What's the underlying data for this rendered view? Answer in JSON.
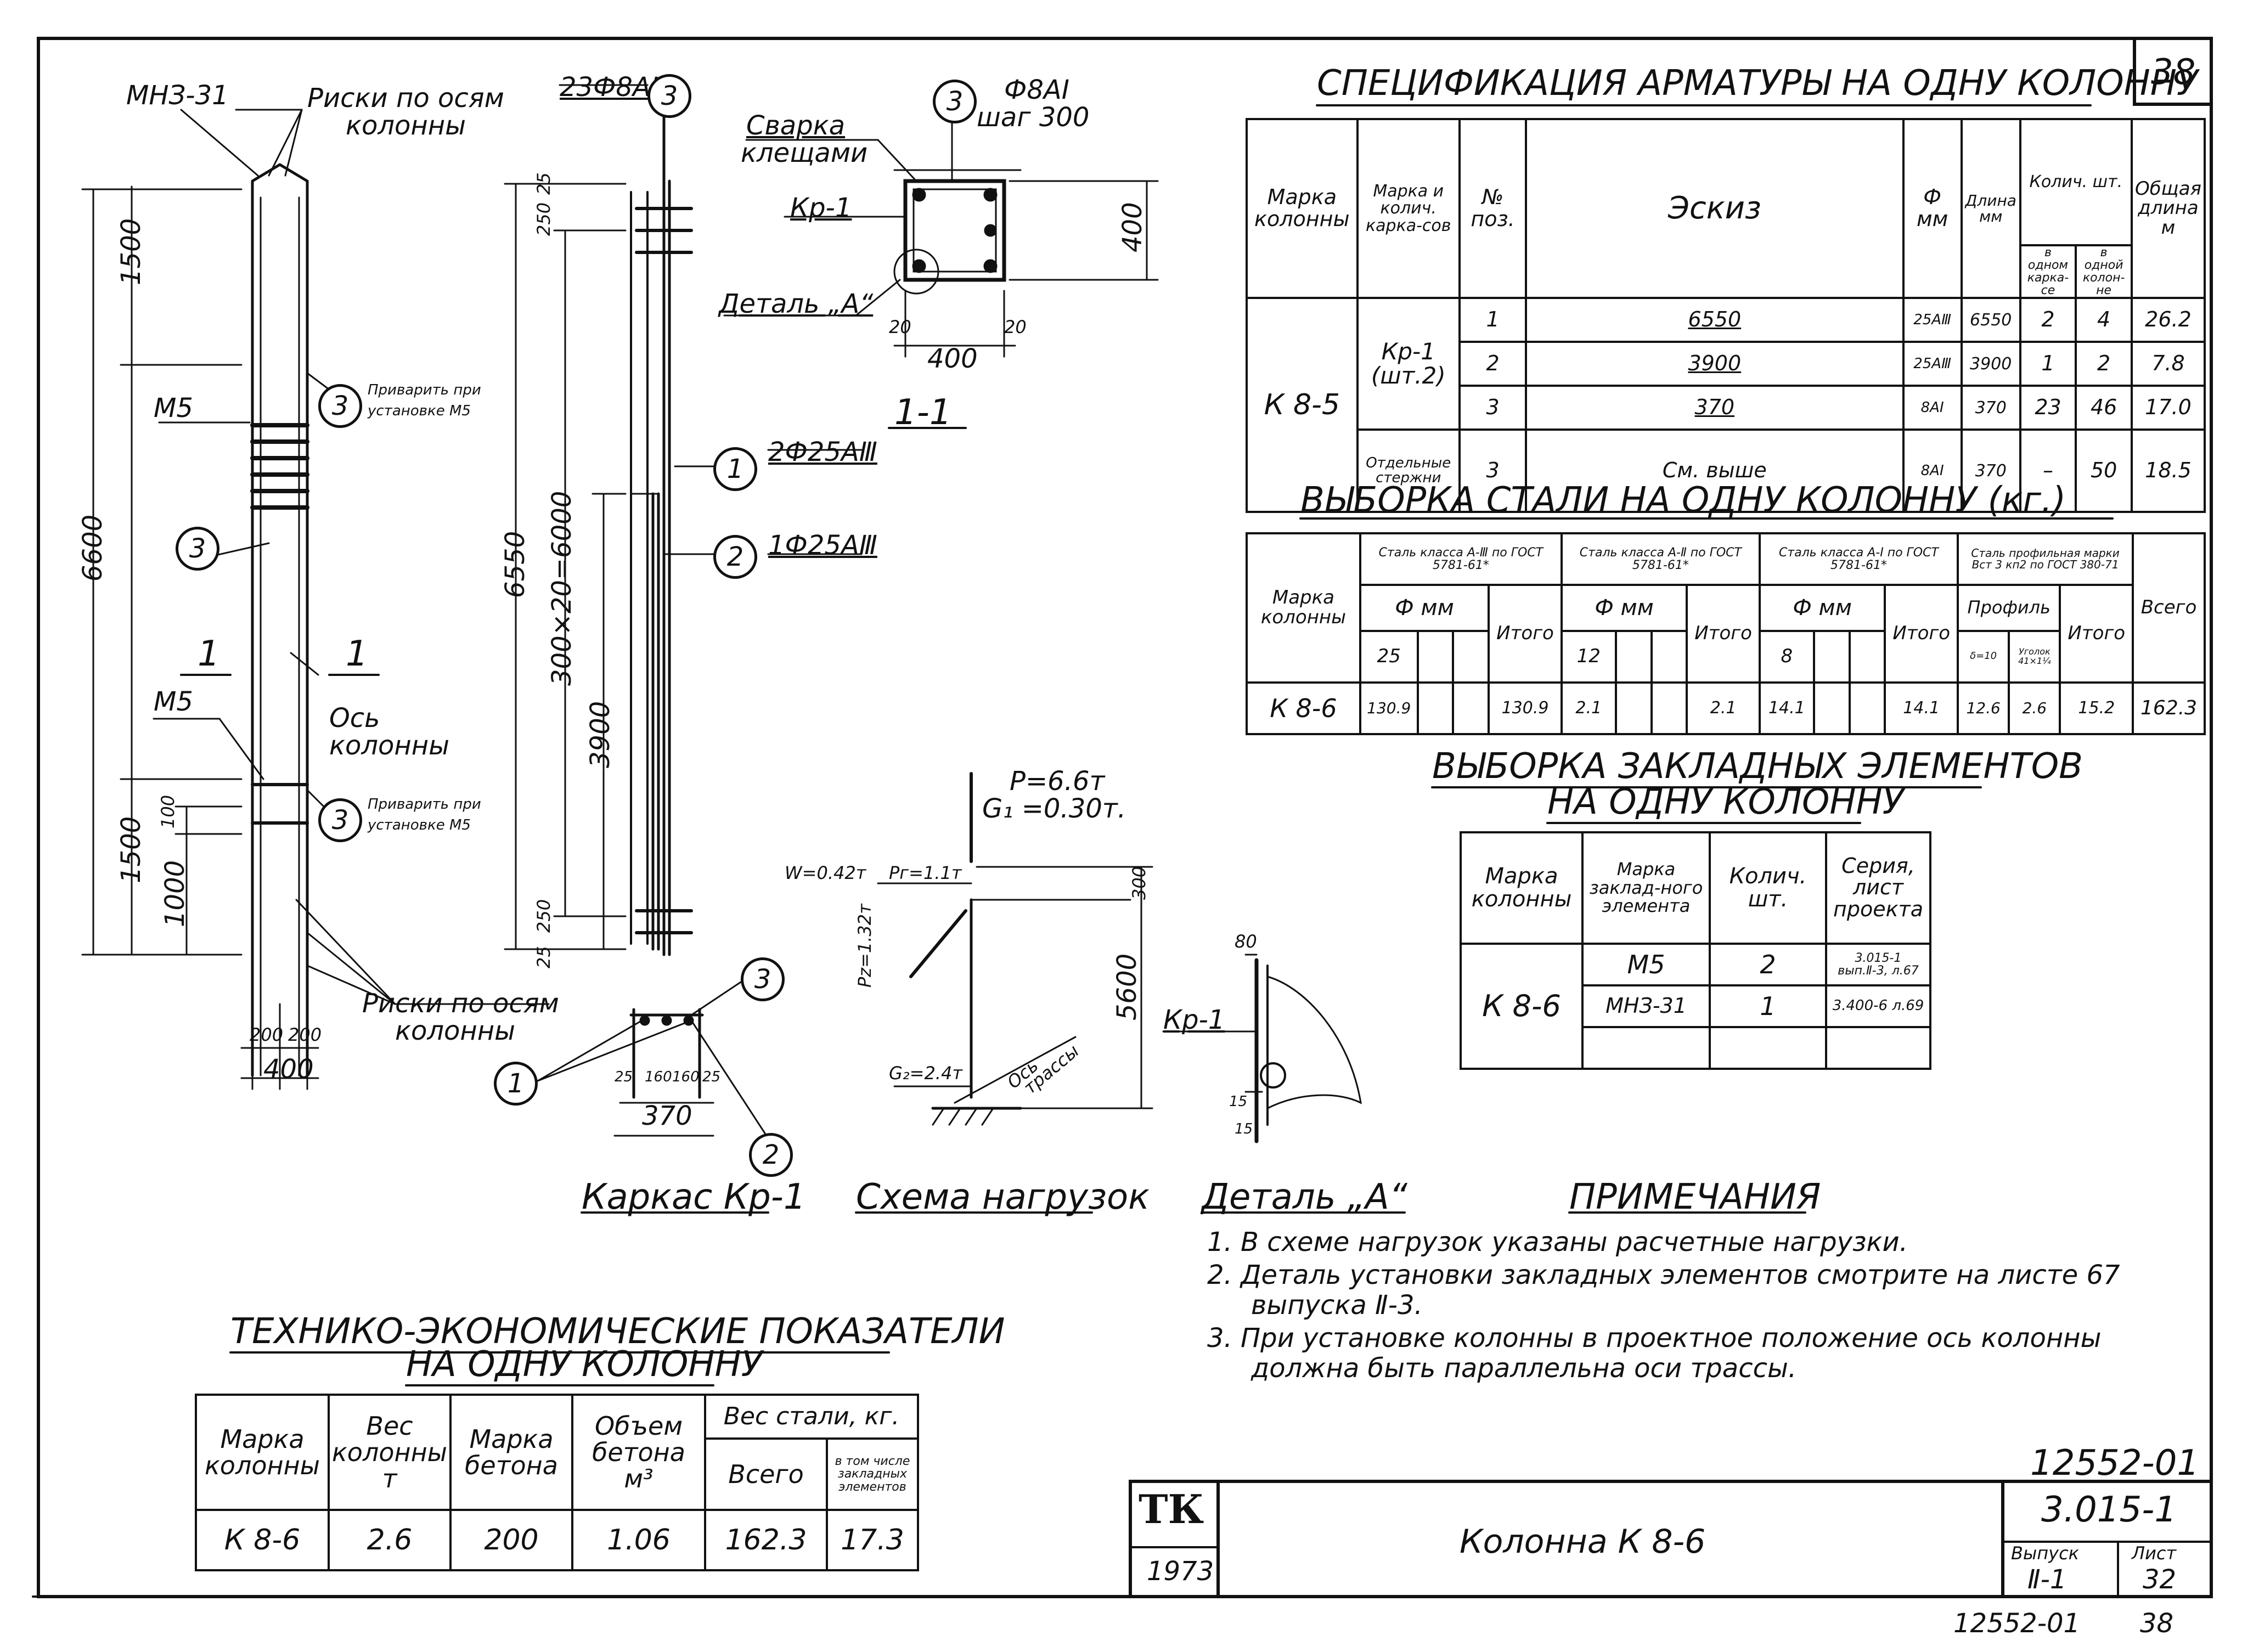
{
  "sheet_number": "38",
  "spec": {
    "title": "СПЕЦИФИКАЦИЯ АРМАТУРЫ НА ОДНУ КОЛОННУ",
    "headers": {
      "column_mark": "Марка колонны",
      "frame_mark": "Марка и колич. карка-сов",
      "pos": "№ поз.",
      "sketch": "Эскиз",
      "diameter": "Ф мм",
      "length": "Длина мм",
      "qty_group": "Колич. шт.",
      "qty_frame": "в одном карка-се",
      "qty_column": "в одной колон-не",
      "total_length": "Общая длина м"
    },
    "column_mark": "К 8-5",
    "frame": "Кр-1 (шт.2)",
    "separate": "Отдельные стержни",
    "rows": [
      {
        "pos": "1",
        "sketch": "6550",
        "dia": "25АⅢ",
        "len": "6550",
        "q1": "2",
        "q2": "4",
        "total": "26.2"
      },
      {
        "pos": "2",
        "sketch": "3900",
        "dia": "25АⅢ",
        "len": "3900",
        "q1": "1",
        "q2": "2",
        "total": "7.8"
      },
      {
        "pos": "3",
        "sketch": "370",
        "dia": "8АⅠ",
        "len": "370",
        "q1": "23",
        "q2": "46",
        "total": "17.0"
      },
      {
        "pos": "3",
        "sketch": "См. выше",
        "dia": "8АⅠ",
        "len": "370",
        "q1": "–",
        "q2": "50",
        "total": "18.5"
      }
    ]
  },
  "steel": {
    "title": "ВЫБОРКА СТАЛИ НА ОДНУ КОЛОННУ (кг.)",
    "col_mark": "Марка колонны",
    "class3": "Сталь класса А-Ⅲ по ГОСТ 5781-61*",
    "class2": "Сталь класса А-Ⅱ по ГОСТ 5781-61*",
    "class1": "Сталь класса А-Ⅰ по ГОСТ 5781-61*",
    "profile": "Сталь профильная марки Вст 3 кп2 по ГОСТ 380-71",
    "dia_label": "Ф мм",
    "profile_label": "Профиль",
    "itogo": "Итого",
    "vsego": "Всего",
    "d3": "25",
    "d2": "12",
    "d1": "8",
    "p1": "δ=10",
    "p2": "Уголок 41×1¼",
    "row": {
      "mark": "К 8-6",
      "v25": "130.9",
      "it3": "130.9",
      "v12": "2.1",
      "it2": "2.1",
      "v8": "14.1",
      "it1": "14.1",
      "vp1": "12.6",
      "vp2": "2.6",
      "itp": "15.2",
      "total": "162.3"
    }
  },
  "embedded": {
    "title1": "ВЫБОРКА ЗАКЛАДНЫХ ЭЛЕМЕНТОВ",
    "title2": "НА ОДНУ КОЛОННУ",
    "h1": "Марка колонны",
    "h2": "Марка заклад-ного элемента",
    "h3": "Колич. шт.",
    "h4": "Серия, лист проекта",
    "mark": "К 8-6",
    "rows": [
      {
        "el": "М5",
        "qty": "2",
        "ref": "3.015-1 вып.Ⅱ-3, л.67"
      },
      {
        "el": "МНЗ-31",
        "qty": "1",
        "ref": "3.400-6 л.69"
      }
    ]
  },
  "notes": {
    "title": "ПРИМЕЧАНИЯ",
    "items": [
      "1. В схеме нагрузок указаны расчетные нагрузки.",
      "2. Деталь установки закладных элементов смотрите на листе 67",
      "выпуска Ⅱ-3.",
      "3. При установке колонны в проектное положение ось колонны",
      "должна быть параллельна оси трассы."
    ]
  },
  "tech": {
    "title1": "ТЕХНИКО-ЭКОНОМИЧЕСКИЕ ПОКАЗАТЕЛИ",
    "title2": "НА ОДНУ КОЛОННУ",
    "h_mark": "Марка колонны",
    "h_weight": "Вес колонны т",
    "h_concrete": "Марка бетона",
    "h_volume": "Объем бетона м³",
    "h_steel": "Вес стали, кг.",
    "h_total": "Всего",
    "h_incl": "в том числе закладных элементов",
    "row": {
      "mark": "К 8-6",
      "weight": "2.6",
      "concrete": "200",
      "volume": "1.06",
      "total": "162.3",
      "incl": "17.3"
    }
  },
  "stamp": {
    "logo": "ТК",
    "year": "1973",
    "title": "Колонна К 8-6",
    "code_top": "12552-01",
    "series": "3.015-1",
    "issue_label": "Выпуск",
    "issue": "Ⅱ-1",
    "sheet_label": "Лист",
    "sheet": "32",
    "bottom": "12552-01",
    "bottom_sheet": "38"
  },
  "column_view": {
    "mnz": "МНЗ-31",
    "risks_top": "Риски по осям",
    "risks_top2": "колонны",
    "m5_top": "М5",
    "weld_top1": "Приварить при",
    "weld_top2": "установке М5",
    "m5_bot": "М5",
    "weld_bot1": "Приварить при",
    "weld_bot2": "установке М5",
    "axis1": "Ось",
    "axis2": "колонны",
    "risks_bot1": "Риски по осям",
    "risks_bot2": "колонны",
    "section_1a": "1",
    "section_1b": "1",
    "dim_1500_top": "1500",
    "dim_6600": "6600",
    "dim_1500_bot": "1500",
    "dim_100": "100",
    "dim_1000": "1000",
    "dim_200a": "200",
    "dim_200b": "200",
    "dim_400": "400",
    "pos3": "3"
  },
  "frame_view": {
    "top_label": "23Ф8АⅠ",
    "pos1_label": "2Ф25АⅢ",
    "pos2_label": "1Ф25АⅢ",
    "dim_6550": "6550",
    "dim_300x20": "300×20=6000",
    "dim_3900": "3900",
    "dim_25a": "25",
    "dim_250a": "250",
    "dim_25b": "25",
    "dim_250b": "250",
    "pos1": "1",
    "pos2": "2",
    "pos3": "3"
  },
  "section": {
    "title": "1-1",
    "top_label1": "Ф8АⅠ",
    "top_label2": "шаг 300",
    "weld1": "Сварка",
    "weld2": "клещами",
    "kr1": "Кр-1",
    "detail": "Деталь „А“",
    "dim_400_v": "400",
    "dim_400_h": "400",
    "dim_20a": "20",
    "dim_20b": "20",
    "pos3": "3"
  },
  "frame_small": {
    "title": "Каркас Кр-1",
    "dim_370": "370",
    "d_25a": "25",
    "d_160a": "160",
    "d_160b": "160",
    "d_25b": "25",
    "pos1": "1",
    "pos2": "2",
    "pos3": "3"
  },
  "loads": {
    "title": "Схема нагрузок",
    "p": "Р=6.6т",
    "g1": "G₁ =0.30т.",
    "w": "W=0.42т",
    "pr": "Pг=1.1т",
    "pz": "Pz=1.32т",
    "g2": "G₂=2.4т",
    "axis1": "Ось",
    "axis2": "трассы",
    "dim_300": "300",
    "dim_5600": "5600"
  },
  "detail_a": {
    "title": "Деталь „А“",
    "kr1": "Кр-1",
    "dim_80": "80",
    "dim_15a": "15",
    "dim_15b": "15"
  }
}
